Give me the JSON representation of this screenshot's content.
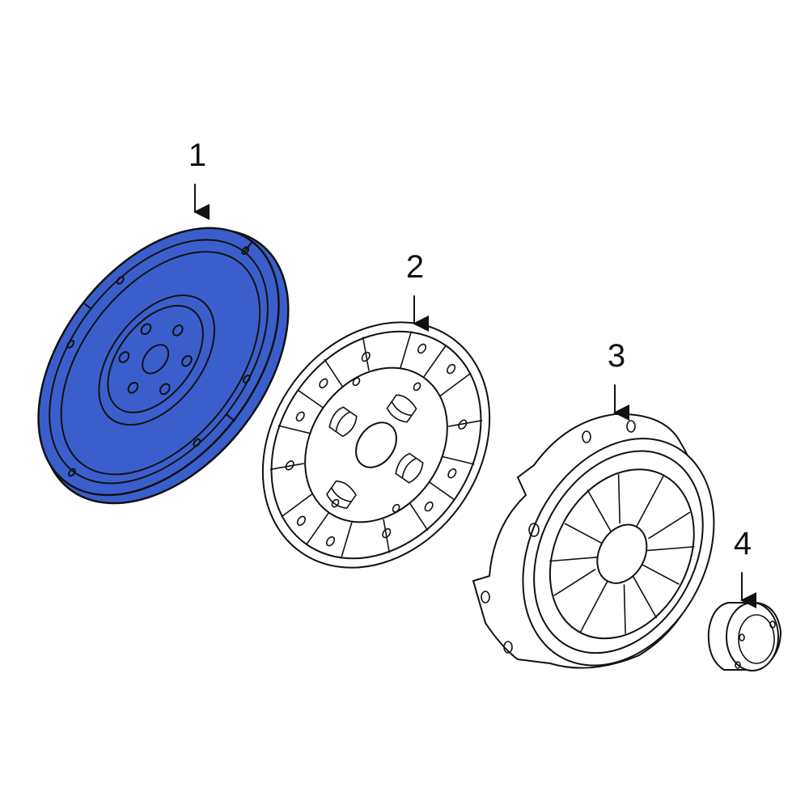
{
  "diagram": {
    "type": "exploded-parts-diagram",
    "highlight_color": "#3a5fcd",
    "line_color": "#111111",
    "background": "#ffffff",
    "parts": [
      {
        "callout": "1",
        "name": "flywheel",
        "highlighted": true
      },
      {
        "callout": "2",
        "name": "clutch-disc",
        "highlighted": false
      },
      {
        "callout": "3",
        "name": "pressure-plate",
        "highlighted": false
      },
      {
        "callout": "4",
        "name": "release-bearing",
        "highlighted": false
      }
    ]
  }
}
